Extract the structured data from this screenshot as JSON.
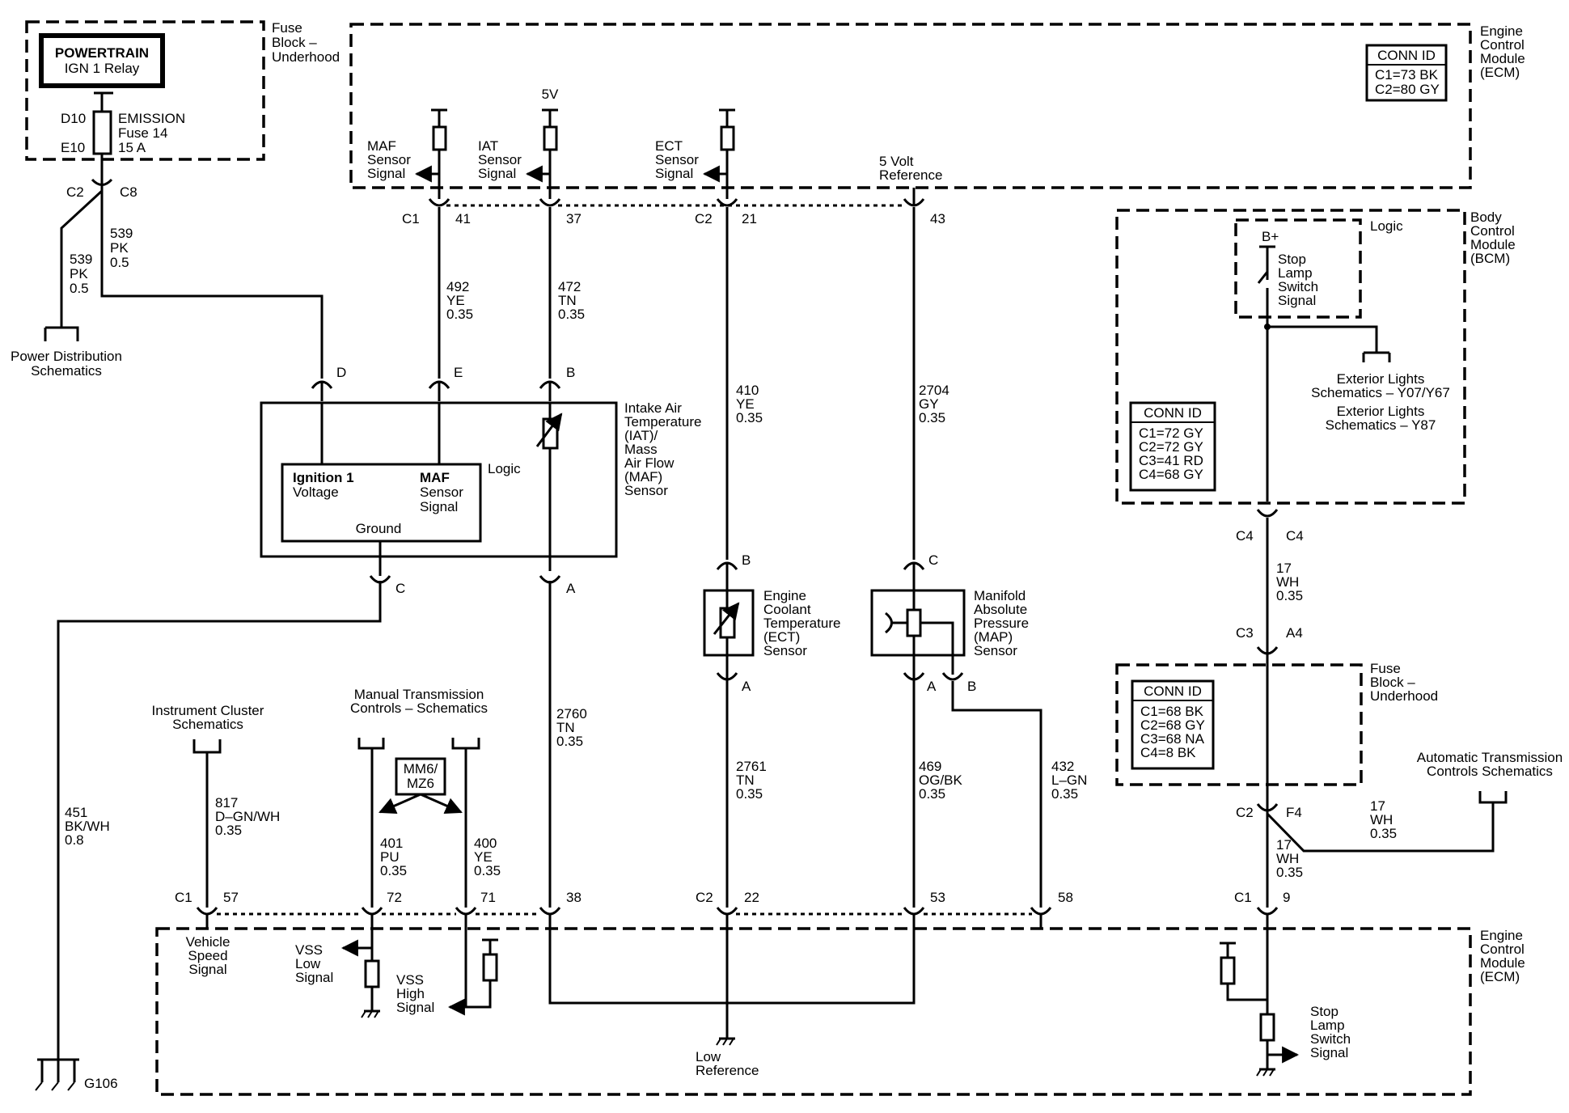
{
  "diagram": {
    "fuse_block_top": {
      "relay_title": "POWERTRAIN",
      "relay_subtitle": "IGN 1 Relay",
      "fuse_name": "EMISSION",
      "fuse_number": "Fuse 14",
      "fuse_rating": "15 A",
      "pin_top": "D10",
      "pin_bottom": "E10",
      "conn_left": "C2",
      "conn_right": "C8",
      "module_lines": [
        "Fuse",
        "Block –",
        "Underhood"
      ]
    },
    "power_distribution": {
      "lines": [
        "Power Distribution",
        "Schematics"
      ]
    },
    "wire_539_left": {
      "circuit": "539",
      "color": "PK",
      "gauge": "0.5"
    },
    "wire_539_right": {
      "circuit": "539",
      "color": "PK",
      "gauge": "0.5"
    },
    "ecm_top": {
      "module_lines": [
        "Engine",
        "Control",
        "Module",
        "(ECM)"
      ],
      "conn_id_title": "CONN ID",
      "conn_ids": [
        "C1=73 BK",
        "C2=80 GY"
      ],
      "maf_signal": [
        "MAF",
        "Sensor",
        "Signal"
      ],
      "iat_signal": [
        "IAT",
        "Sensor",
        "Signal"
      ],
      "ect_signal": [
        "ECT",
        "Sensor",
        "Signal"
      ],
      "five_v_ref": [
        "5 Volt",
        "Reference"
      ],
      "supply_5v": "5V",
      "pin_c1": "C1",
      "pin_41": "41",
      "pin_37": "37",
      "pin_c2": "C2",
      "pin_21": "21",
      "pin_43": "43"
    },
    "wires_top": {
      "w492": {
        "circuit": "492",
        "color": "YE",
        "gauge": "0.35"
      },
      "w472": {
        "circuit": "472",
        "color": "TN",
        "gauge": "0.35"
      },
      "w410": {
        "circuit": "410",
        "color": "YE",
        "gauge": "0.35"
      },
      "w2704": {
        "circuit": "2704",
        "color": "GY",
        "gauge": "0.35"
      }
    },
    "iat_maf_sensor": {
      "name_lines": [
        "Intake Air",
        "Temperature",
        "(IAT)/",
        "Mass",
        "Air Flow",
        "(MAF)",
        "Sensor"
      ],
      "logic": "Logic",
      "ign_label": [
        "Ignition 1",
        "Voltage"
      ],
      "maf_label": [
        "MAF",
        "Sensor",
        "Signal"
      ],
      "ground_label": "Ground",
      "pin_d": "D",
      "pin_e": "E",
      "pin_b": "B",
      "pin_c": "C",
      "pin_a": "A"
    },
    "ect_sensor": {
      "name_lines": [
        "Engine",
        "Coolant",
        "Temperature",
        "(ECT)",
        "Sensor"
      ],
      "pin_b": "B",
      "pin_a": "A"
    },
    "map_sensor": {
      "name_lines": [
        "Manifold",
        "Absolute",
        "Pressure",
        "(MAP)",
        "Sensor"
      ],
      "pin_c": "C",
      "pin_a": "A",
      "pin_b": "B"
    },
    "bcm": {
      "module_lines": [
        "Body",
        "Control",
        "Module",
        "(BCM)"
      ],
      "logic": "Logic",
      "b_plus": "B+",
      "switch_label": [
        "Stop",
        "Lamp",
        "Switch",
        "Signal"
      ],
      "ext_lights_1": [
        "Exterior Lights",
        "Schematics – Y07/Y67"
      ],
      "ext_lights_2": [
        "Exterior Lights",
        "Schematics – Y87"
      ],
      "conn_id_title": "CONN ID",
      "conn_ids": [
        "C1=72 GY",
        "C2=72 GY",
        "C3=41 RD",
        "C4=68 GY"
      ],
      "pin_c4_left": "C4",
      "pin_c4_right": "C4"
    },
    "wire_17_top": {
      "circuit": "17",
      "color": "WH",
      "gauge": "0.35"
    },
    "fuse_block_right": {
      "module_lines": [
        "Fuse",
        "Block –",
        "Underhood"
      ],
      "conn_id_title": "CONN ID",
      "conn_ids": [
        "C1=68 BK",
        "C2=68 GY",
        "C3=68 NA",
        "C4=8 BK"
      ],
      "pin_c3": "C3",
      "pin_a4": "A4",
      "pin_c2": "C2",
      "pin_f4": "F4"
    },
    "auto_trans": {
      "lines": [
        "Automatic Transmission",
        "Controls Schematics"
      ]
    },
    "wire_17_right": {
      "circuit": "17",
      "color": "WH",
      "gauge": "0.35"
    },
    "wire_17_bottom": {
      "circuit": "17",
      "color": "WH",
      "gauge": "0.35"
    },
    "instrument_cluster": {
      "lines": [
        "Instrument Cluster",
        "Schematics"
      ]
    },
    "manual_trans": {
      "lines": [
        "Manual Transmission",
        "Controls – Schematics"
      ],
      "option_lines": [
        "MM6/",
        "MZ6"
      ]
    },
    "wires_bottom": {
      "w451": {
        "circuit": "451",
        "color": "BK/WH",
        "gauge": "0.8"
      },
      "w817": {
        "circuit": "817",
        "color": "D–GN/WH",
        "gauge": "0.35"
      },
      "w401": {
        "circuit": "401",
        "color": "PU",
        "gauge": "0.35"
      },
      "w400": {
        "circuit": "400",
        "color": "YE",
        "gauge": "0.35"
      },
      "w2760": {
        "circuit": "2760",
        "color": "TN",
        "gauge": "0.35"
      },
      "w2761": {
        "circuit": "2761",
        "color": "TN",
        "gauge": "0.35"
      },
      "w469": {
        "circuit": "469",
        "color": "OG/BK",
        "gauge": "0.35"
      },
      "w432": {
        "circuit": "432",
        "color": "L–GN",
        "gauge": "0.35"
      }
    },
    "ecm_bottom": {
      "module_lines": [
        "Engine",
        "Control",
        "Module",
        "(ECM)"
      ],
      "vehicle_speed": [
        "Vehicle",
        "Speed",
        "Signal"
      ],
      "vss_low": [
        "VSS",
        "Low",
        "Signal"
      ],
      "vss_high": [
        "VSS",
        "High",
        "Signal"
      ],
      "low_reference": [
        "Low",
        "Reference"
      ],
      "stop_lamp": [
        "Stop",
        "Lamp",
        "Switch",
        "Signal"
      ],
      "pin_c1_left": "C1",
      "pin_57": "57",
      "pin_72": "72",
      "pin_71": "71",
      "pin_38": "38",
      "pin_c2": "C2",
      "pin_22": "22",
      "pin_53": "53",
      "pin_58": "58",
      "pin_c1_right": "C1",
      "pin_9": "9"
    },
    "ground": {
      "label": "G106"
    }
  }
}
